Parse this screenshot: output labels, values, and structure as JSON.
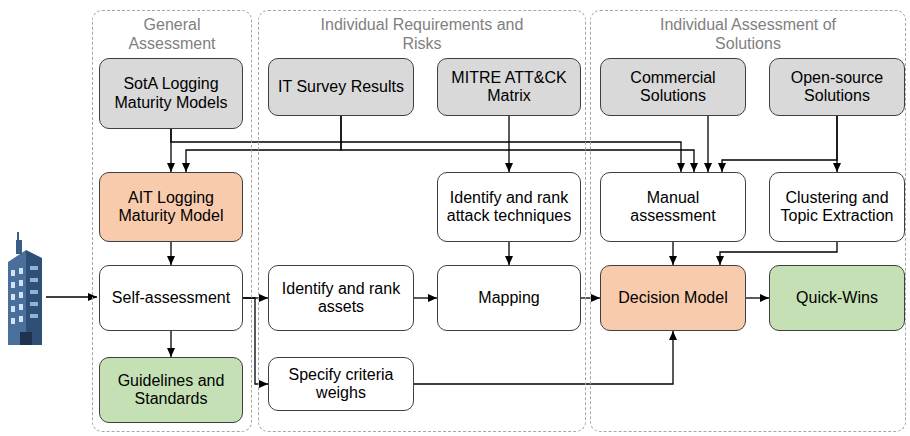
{
  "diagram": {
    "nodes": [
      {
        "text": [
          "General Assessment"
        ]
      },
      {
        "text": [
          "SotA Logging Maturity Models"
        ],
        "in": 0
      },
      {
        "text": [
          "AIT Logging Maturity Model"
        ],
        "in": 0
      },
      {
        "text": [
          "Self-assessment"
        ],
        "in": 0
      },
      {
        "text": [
          "Guidelines and Standards"
        ],
        "in": 0
      },
      {
        "text": [
          "Individual Requirements and Risks"
        ]
      },
      {
        "text": [
          "IT Survey Results"
        ],
        "in": 5
      },
      {
        "text": [
          "MITRE ATT&CK Matrix"
        ],
        "in": 5
      },
      {
        "text": [
          "Identify and rank attack techniques"
        ],
        "in": 5
      },
      {
        "text": [
          "Identify and rank assets"
        ],
        "in": 5
      },
      {
        "text": [
          "Mapping"
        ],
        "in": 5
      },
      {
        "text": [
          "Specify criteria weighs"
        ],
        "in": 5
      },
      {
        "text": [
          "Individual Assessment of Solutions"
        ]
      },
      {
        "text": [
          "Commercial Solutions"
        ],
        "in": 12
      },
      {
        "text": [
          "Open-source Solutions"
        ],
        "in": 12
      },
      {
        "text": [
          "Manual assessment"
        ],
        "in": 12
      },
      {
        "text": [
          "Clustering and Topic Extraction"
        ],
        "in": 12
      },
      {
        "text": [
          "Decision Model"
        ],
        "in": 12
      },
      {
        "text": [
          "Quick-Wins"
        ],
        "in": 12
      }
    ],
    "edges": [
      {
        "from": 1,
        "to": 2,
        "arrow": "to"
      },
      {
        "from": 6,
        "to": 2,
        "arrow": "to"
      },
      {
        "from": 1,
        "to": 15,
        "arrow": "to"
      },
      {
        "from": 6,
        "to": 15,
        "arrow": "to"
      },
      {
        "from": 13,
        "to": 15,
        "arrow": "to"
      },
      {
        "from": 14,
        "to": 15,
        "arrow": "to"
      },
      {
        "from": 14,
        "to": 16,
        "arrow": "to"
      },
      {
        "from": 2,
        "to": 3,
        "arrow": "to"
      },
      {
        "from": 3,
        "to": 4,
        "arrow": "to"
      },
      {
        "from": 3,
        "to": 9,
        "arrow": "to"
      },
      {
        "from": 3,
        "to": 11,
        "arrow": "to"
      },
      {
        "from": 7,
        "to": 8,
        "arrow": "to"
      },
      {
        "from": 8,
        "to": 10,
        "arrow": "to"
      },
      {
        "from": 9,
        "to": 10,
        "arrow": "to"
      },
      {
        "from": 10,
        "to": 17,
        "arrow": "to"
      },
      {
        "from": 11,
        "to": 17,
        "arrow": "to"
      },
      {
        "from": 15,
        "to": 17,
        "arrow": "to"
      },
      {
        "from": 16,
        "to": 17,
        "arrow": "to"
      },
      {
        "from": 17,
        "to": 18,
        "arrow": "to"
      }
    ]
  }
}
